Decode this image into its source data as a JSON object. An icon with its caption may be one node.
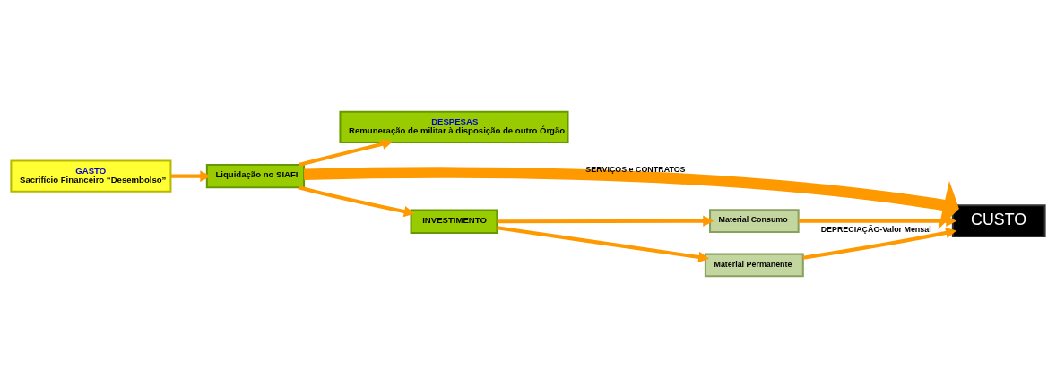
{
  "diagram": {
    "nodes": [
      {
        "text": [
          "GASTO",
          "Sacrifício Financeiro “Desembolso”"
        ]
      },
      {
        "text": [
          "Liquidação no SIAFI"
        ]
      },
      {
        "text": [
          "DESPESAS",
          "Remuneração de militar à disposição de outro Órgão"
        ]
      },
      {
        "text": [
          "CUSTO"
        ]
      },
      {
        "text": [
          "INVESTIMENTO"
        ]
      },
      {
        "text": [
          "Material Consumo"
        ]
      },
      {
        "text": [
          "Material Permanente"
        ]
      }
    ],
    "edges": [
      {
        "from": 0,
        "to": 1,
        "arrow": "to"
      },
      {
        "from": 1,
        "to": 2,
        "arrow": "to"
      },
      {
        "from": 1,
        "to": 3,
        "arrow": "to",
        "label": "SERVIÇOS e CONTRATOS",
        "style": "thick"
      },
      {
        "from": 1,
        "to": 4,
        "arrow": "to"
      },
      {
        "from": 4,
        "to": 5,
        "arrow": "to"
      },
      {
        "from": 4,
        "to": 6,
        "arrow": "to"
      },
      {
        "from": 5,
        "to": 3,
        "arrow": "to"
      },
      {
        "from": 6,
        "to": 3,
        "arrow": "to",
        "label": "DEPRECIAÇÃO-Valor Mensal"
      }
    ]
  }
}
